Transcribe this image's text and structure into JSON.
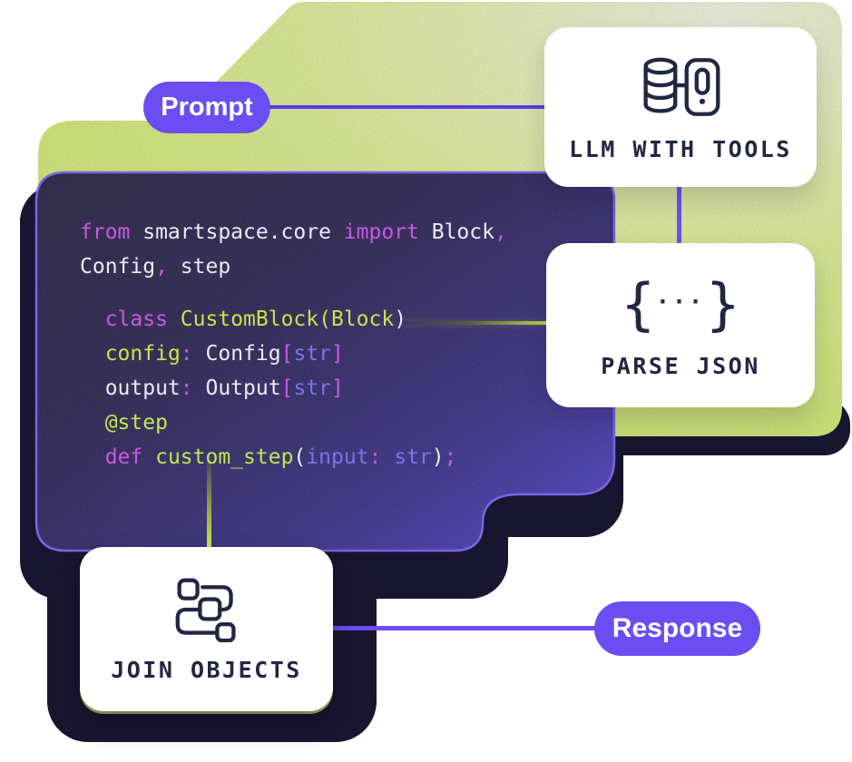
{
  "palette": {
    "pink": "#cb58e2",
    "lime": "#c3e64d",
    "blue": "#7d72ea",
    "code_white": "#eceaf4",
    "purple": "#6b4ef2",
    "purple_line": "#6f4cf7",
    "purple_line_dark": "#5b38ee",
    "lime_bg": "#d7ee7b",
    "lime_pale": "#f3f7e6",
    "lime_line": "#cdea55",
    "shadow_navy": "#18152e",
    "panel_dark": "#211d3a",
    "panel_glow": "#4c40c4",
    "panel_border": "#7a64e8",
    "card_bg": "#ffffff",
    "card_text": "#222741"
  },
  "badges": {
    "prompt": {
      "label": "Prompt"
    },
    "response": {
      "label": "Response"
    }
  },
  "cards": {
    "llm": {
      "label": "LLM WITH TOOLS",
      "icon": "database-device-icon"
    },
    "parse": {
      "label": "PARSE JSON",
      "icon": "braces-icon",
      "brace_left": "{",
      "dots": "···",
      "brace_right": "}"
    },
    "join": {
      "label": "JOIN OBJECTS",
      "icon": "join-nodes-icon"
    }
  },
  "code": {
    "lines": [
      {
        "tokens": [
          {
            "cls": "c-pink",
            "t": "from"
          },
          {
            "cls": "c-white",
            "t": " smartspace.core "
          },
          {
            "cls": "c-pink",
            "t": "import"
          },
          {
            "cls": "c-white",
            "t": " Block"
          },
          {
            "cls": "c-pink",
            "t": ","
          }
        ]
      },
      {
        "tokens": [
          {
            "cls": "c-white",
            "t": "Config"
          },
          {
            "cls": "c-pink",
            "t": ","
          },
          {
            "cls": "c-white",
            "t": " step"
          }
        ]
      },
      {
        "tokens": [
          {
            "cls": "c-white",
            "t": "  "
          },
          {
            "cls": "c-pink",
            "t": "class"
          },
          {
            "cls": "c-lime",
            "t": " CustomBlock(Block"
          },
          {
            "cls": "c-white",
            "t": ")"
          }
        ]
      },
      {
        "tokens": [
          {
            "cls": "c-white",
            "t": "  "
          },
          {
            "cls": "c-lime",
            "t": "config"
          },
          {
            "cls": "c-pink",
            "t": ":"
          },
          {
            "cls": "c-white",
            "t": " Config"
          },
          {
            "cls": "c-pink",
            "t": "["
          },
          {
            "cls": "c-blue",
            "t": "str"
          },
          {
            "cls": "c-pink",
            "t": "]"
          }
        ]
      },
      {
        "tokens": [
          {
            "cls": "c-white",
            "t": "  output"
          },
          {
            "cls": "c-pink",
            "t": ":"
          },
          {
            "cls": "c-white",
            "t": " Output"
          },
          {
            "cls": "c-pink",
            "t": "["
          },
          {
            "cls": "c-blue",
            "t": "str"
          },
          {
            "cls": "c-pink",
            "t": "]"
          }
        ]
      },
      {
        "tokens": [
          {
            "cls": "c-lime",
            "t": "  @step"
          }
        ]
      },
      {
        "tokens": [
          {
            "cls": "c-white",
            "t": "  "
          },
          {
            "cls": "c-pink",
            "t": "def"
          },
          {
            "cls": "c-lime",
            "t": " custom_step"
          },
          {
            "cls": "c-white",
            "t": "("
          },
          {
            "cls": "c-blue",
            "t": "input"
          },
          {
            "cls": "c-pink",
            "t": ":"
          },
          {
            "cls": "c-blue",
            "t": " str"
          },
          {
            "cls": "c-white",
            "t": ")"
          },
          {
            "cls": "c-pink",
            "t": ";"
          }
        ]
      }
    ]
  }
}
